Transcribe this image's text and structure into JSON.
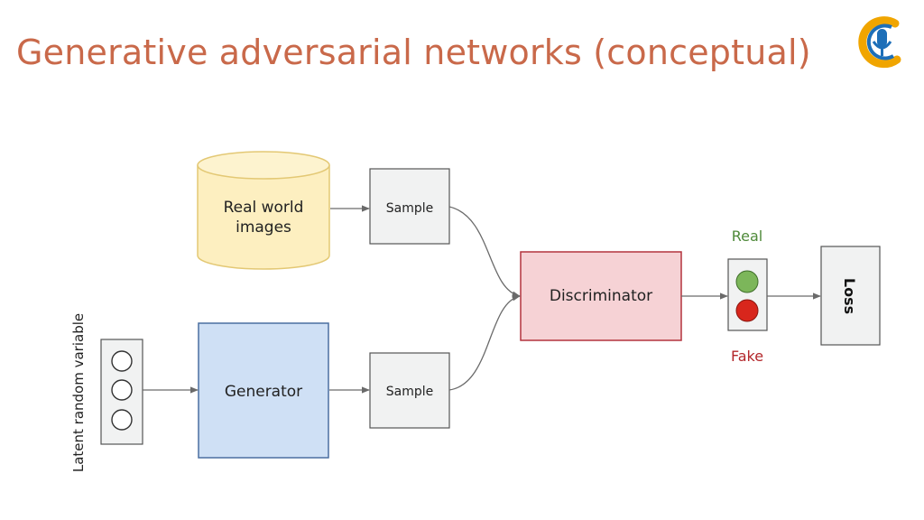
{
  "title": "Generative adversarial networks (conceptual)",
  "logo": {
    "icon": "microphone-c-logo-icon",
    "colors": {
      "ring": "#f0a500",
      "mic": "#1d6fb8"
    }
  },
  "diagram": {
    "real_world_images": {
      "line1": "Real world",
      "line2": "images"
    },
    "sample_top": "Sample",
    "sample_bottom": "Sample",
    "generator": "Generator",
    "discriminator": "Discriminator",
    "latent_variable": "Latent random variable",
    "real_label": "Real",
    "fake_label": "Fake",
    "loss": "Loss"
  },
  "colors": {
    "title": "#c9694a",
    "database_fill": "#fdefc0",
    "generator_fill": "#cfe0f5",
    "discriminator_fill": "#f6d2d5",
    "real_light": "#7cb65a",
    "fake_light": "#d8261c",
    "real_text": "#4f8a3a",
    "fake_text": "#b3262a"
  }
}
